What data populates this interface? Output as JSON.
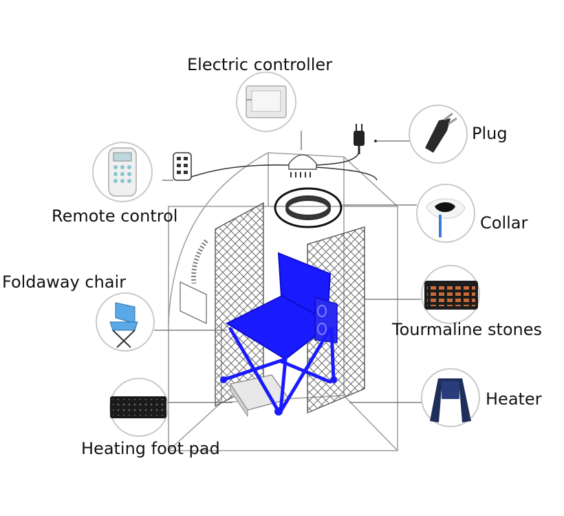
{
  "labels": {
    "electric_controller": "Electric controller",
    "plug": "Plug",
    "remote_control": "Remote control",
    "collar": "Collar",
    "foldaway_chair": "Foldaway chair",
    "tourmaline_stones": "Tourmaline stones",
    "heater": "Heater",
    "heating_foot_pad": "Heating foot pad"
  },
  "colors": {
    "chair": "#1a1aff",
    "chair_dark": "#0d0dcc",
    "outline": "#9a9a9a",
    "leader": "#666666",
    "circle": "#c9c9c9"
  }
}
